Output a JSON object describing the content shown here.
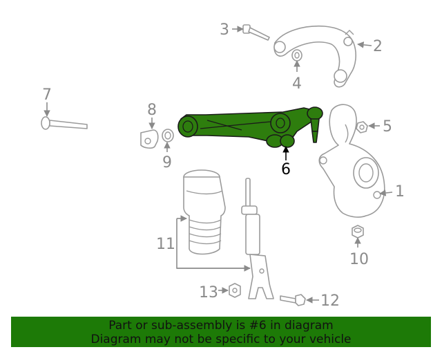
{
  "callouts": {
    "c1": "1",
    "c2": "2",
    "c3": "3",
    "c4": "4",
    "c5": "5",
    "c6": "6",
    "c7": "7",
    "c8": "8",
    "c9": "9",
    "c10": "10",
    "c11": "11",
    "c12": "12",
    "c13": "13"
  },
  "banner": {
    "line1": "Part or sub-assembly is #6 in diagram",
    "line2": "Diagram may not be specific to your vehicle"
  },
  "colors": {
    "highlight": "#2e7d0e",
    "banner": "#1d7a07",
    "linework": "#9a9a9a"
  }
}
